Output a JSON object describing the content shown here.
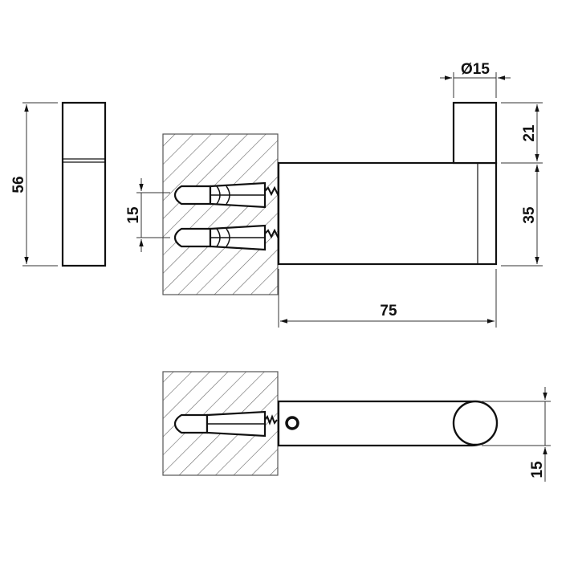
{
  "drawing": {
    "type": "technical drawing - wall hook dimensions",
    "units": "mm",
    "dimensions": {
      "side_height": "56",
      "anchor_spacing": "15",
      "knob_diameter": "Ø15",
      "knob_height": "21",
      "arm_height": "35",
      "projection": "75",
      "top_view_width": "15"
    },
    "colors": {
      "line": "#111111",
      "hatch": "#666666",
      "background": "#ffffff"
    }
  }
}
